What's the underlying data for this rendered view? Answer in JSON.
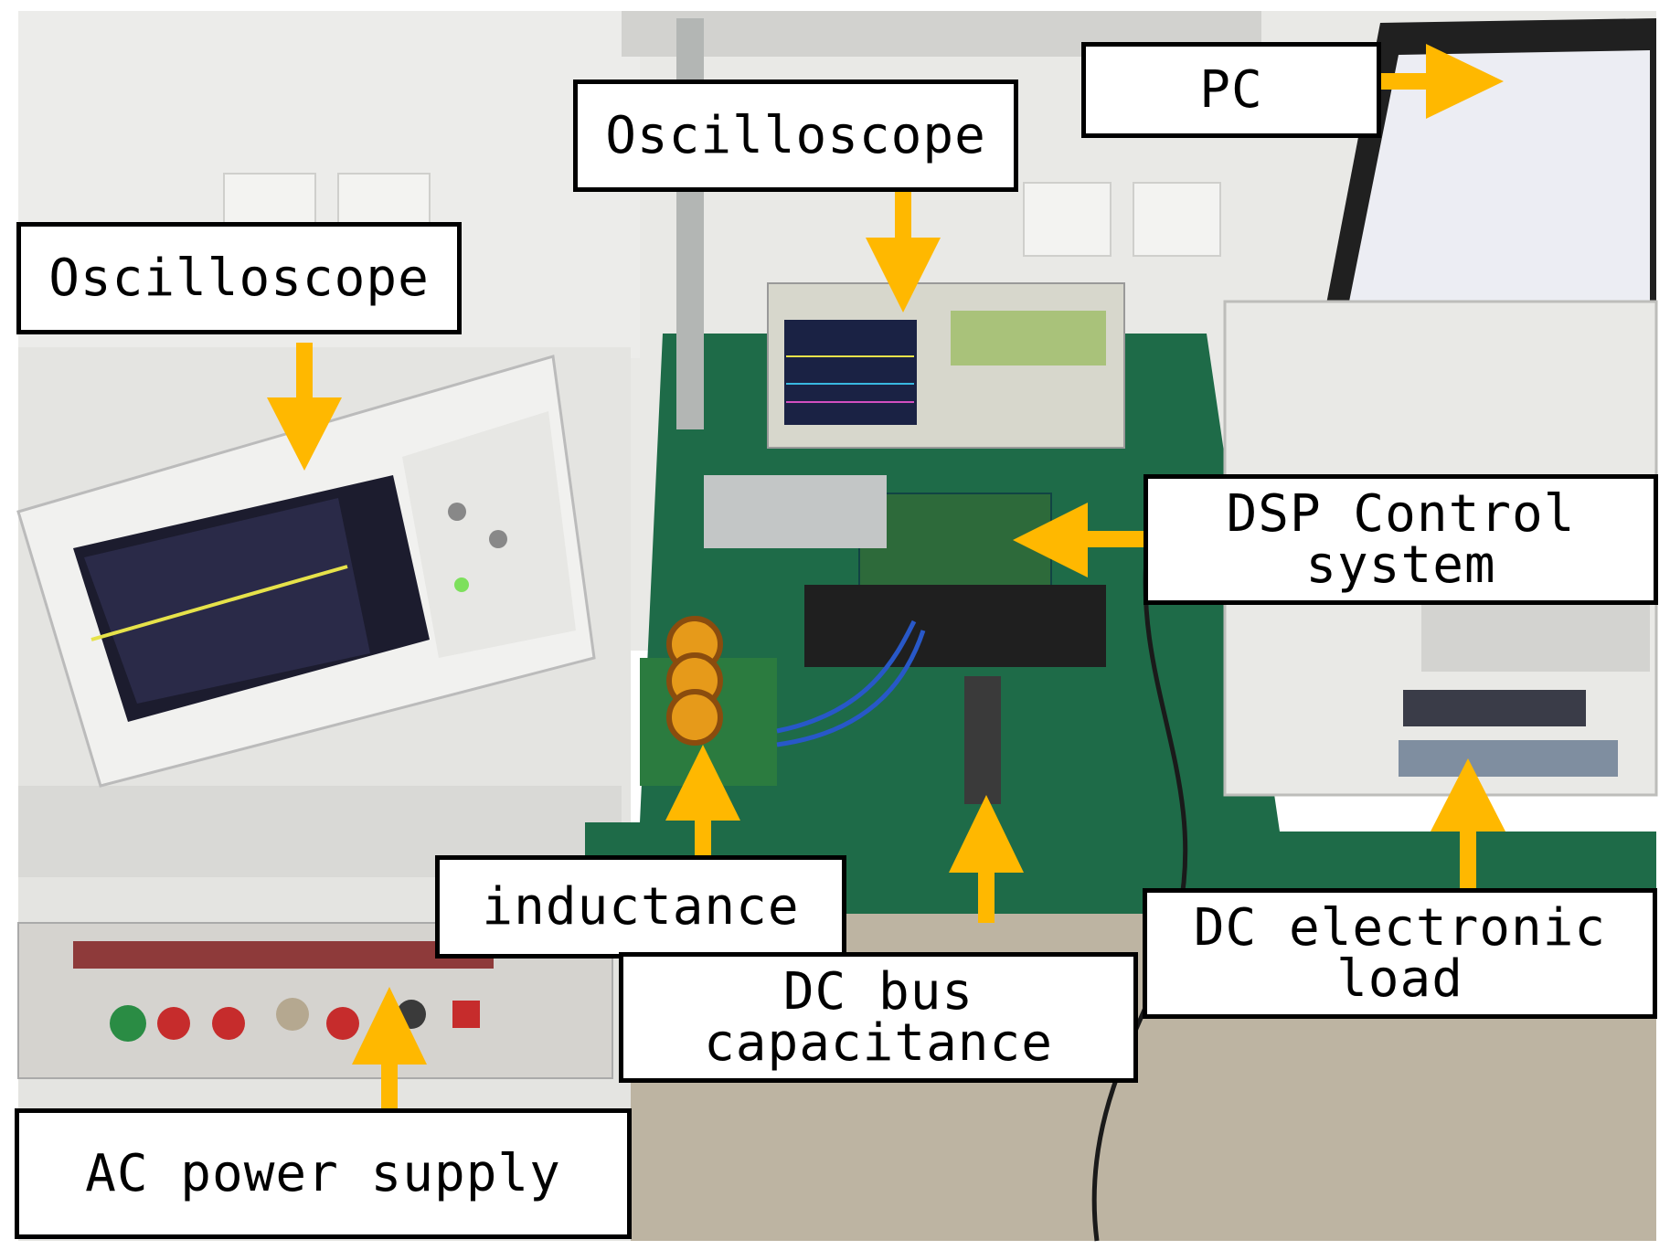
{
  "labels": {
    "oscilloscope_left": {
      "lines": [
        "Oscilloscope"
      ]
    },
    "oscilloscope_center": {
      "lines": [
        "Oscilloscope"
      ]
    },
    "pc": {
      "lines": [
        "PC"
      ]
    },
    "dsp_control": {
      "lines": [
        "DSP Control",
        "system"
      ]
    },
    "inductance": {
      "lines": [
        "inductance"
      ]
    },
    "dc_bus_capacitance": {
      "lines": [
        "DC bus",
        "capacitance"
      ]
    },
    "dc_electronic_load": {
      "lines": [
        "DC electronic",
        "load"
      ]
    },
    "ac_power_supply": {
      "lines": [
        "AC power supply"
      ]
    }
  },
  "colors": {
    "arrow": "#FFB800",
    "label_border": "#000000",
    "label_bg": "#FFFFFF",
    "bench_top": "#1E6B48",
    "wall": "#E9E9E6",
    "floor": "#BDB4A2"
  }
}
